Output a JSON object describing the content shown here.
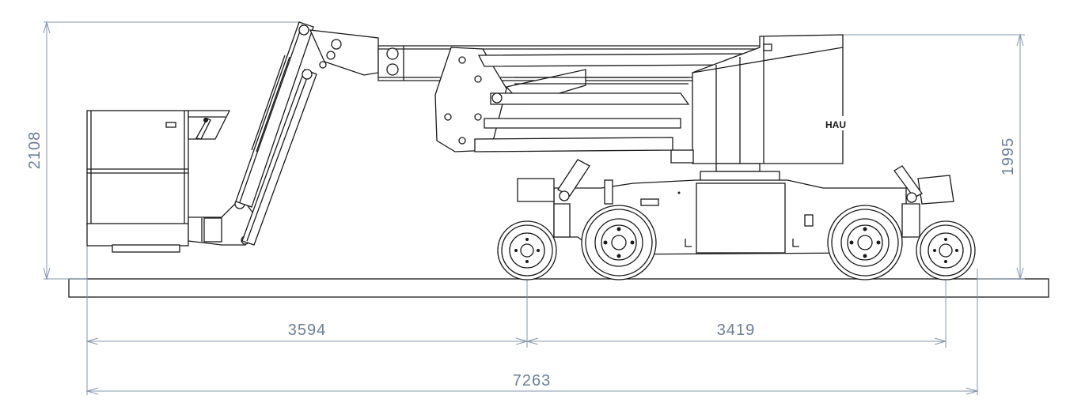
{
  "dimensions": {
    "platform_height": "2108",
    "chassis_height": "1995",
    "wheelbase_front": "3594",
    "wheelbase_rear": "3419",
    "overall_length": "7263"
  },
  "machine_logo": "HAU",
  "colors": {
    "dimension": "#6b7f99",
    "outline": "#1a1a1a",
    "background": "#ffffff"
  }
}
